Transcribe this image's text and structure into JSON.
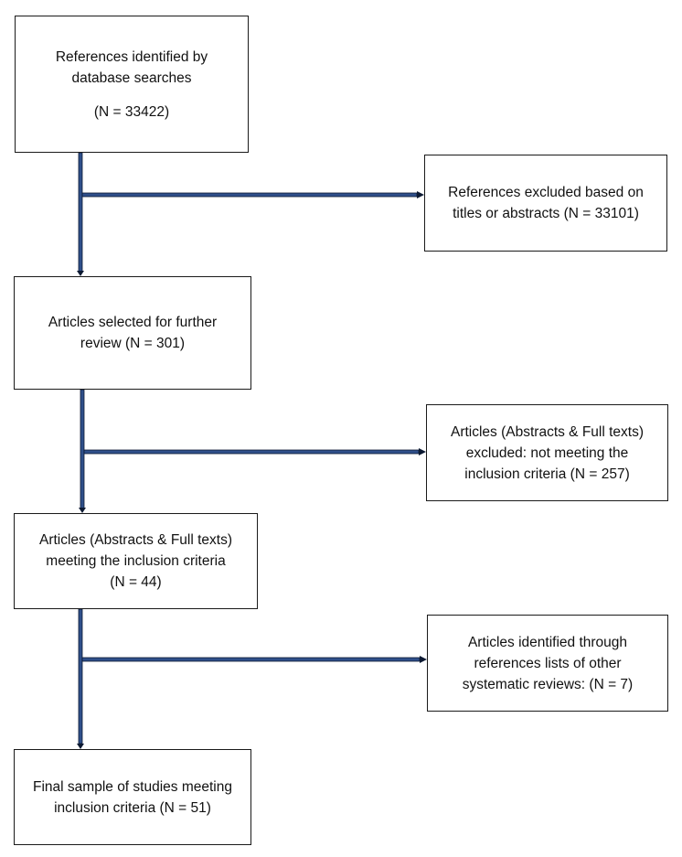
{
  "boxes": {
    "identified": {
      "line1": "References identified by",
      "line2": "database searches",
      "line3": "(N = 33422)"
    },
    "excluded_titles": {
      "line1": "References excluded based on",
      "line2": "titles or abstracts (N = 33101)"
    },
    "selected": {
      "line1": "Articles selected for further",
      "line2": "review (N = 301)"
    },
    "excluded_fulltext": {
      "line1": "Articles (Abstracts & Full texts)",
      "line2": "excluded: not meeting the",
      "line3": "inclusion criteria (N = 257)"
    },
    "meeting": {
      "line1": "Articles (Abstracts & Full texts)",
      "line2": "meeting the inclusion criteria",
      "line3": "(N = 44)"
    },
    "other_reviews": {
      "line1": "Articles identified through",
      "line2": "references lists of other",
      "line3": "systematic reviews: (N = 7)"
    },
    "final": {
      "line1": "Final sample of studies meeting",
      "line2": "inclusion criteria (N = 51)"
    }
  },
  "colors": {
    "connector_fill": "#2f4f8a",
    "connector_stroke": "#0d1a33",
    "box_border": "#1a1a1a"
  }
}
